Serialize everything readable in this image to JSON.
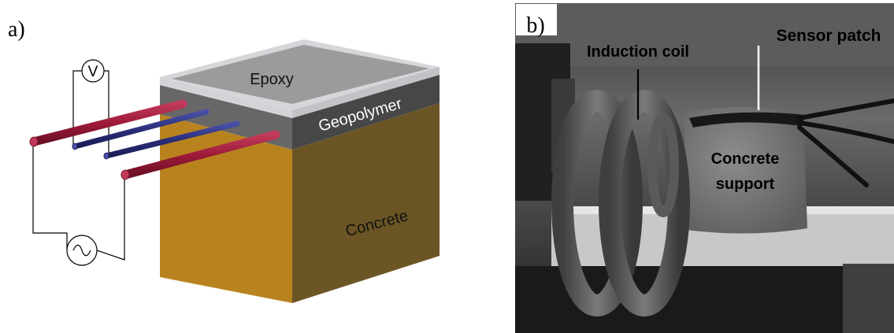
{
  "panel_a": {
    "label": "a)",
    "layers": {
      "top": "Epoxy",
      "middle": "Geopolymer",
      "bottom": "Concrete"
    },
    "instruments": {
      "voltmeter_symbol": "V",
      "source_symbol": "~"
    },
    "colors": {
      "epoxy_top": "#9b9b9b",
      "epoxy_rim": "#d4d4d8",
      "geopolymer": "#555555",
      "concrete_front": "#b8831f",
      "concrete_side": "#6b5525",
      "current_electrode": "#9e1b3a",
      "voltage_electrode": "#2b2f7a"
    }
  },
  "panel_b": {
    "label": "b)",
    "annotations": {
      "coil": "Induction coil",
      "sensor": "Sensor patch",
      "support_line1": "Concrete",
      "support_line2": "support"
    }
  }
}
